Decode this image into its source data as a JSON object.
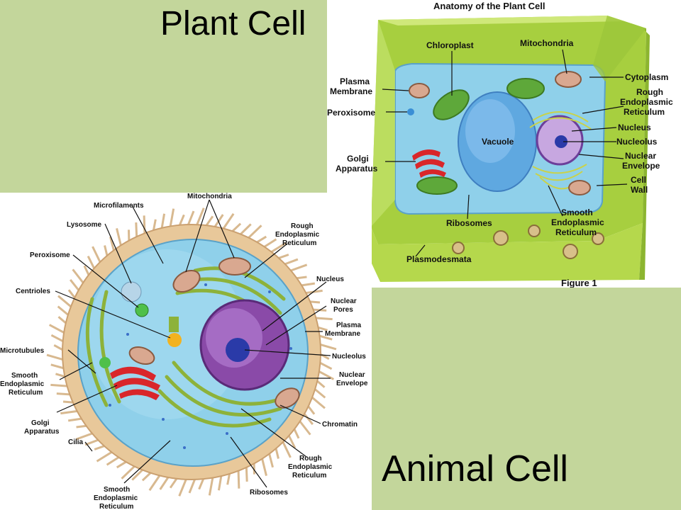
{
  "titles": {
    "plant": "Plant Cell",
    "animal": "Animal Cell"
  },
  "plant_diagram": {
    "heading": "Anatomy of the Plant Cell",
    "figure_label": "Figure 1",
    "labels": {
      "chloroplast": "Chloroplast",
      "mitochondria": "Mitochondria",
      "plasma_membrane": [
        "Plasma",
        "Membrane"
      ],
      "cytoplasm": "Cytoplasm",
      "rough_er": [
        "Rough",
        "Endoplasmic",
        "Reticulum"
      ],
      "peroxisome": "Peroxisome",
      "nucleus": "Nucleus",
      "vacuole": "Vacuole",
      "nucleolus": "Nucleolus",
      "golgi": [
        "Golgi",
        "Apparatus"
      ],
      "nuclear_envelope": [
        "Nuclear",
        "Envelope"
      ],
      "cell_wall": [
        "Cell",
        "Wall"
      ],
      "smooth_er": [
        "Smooth",
        "Endoplasmic",
        "Reticulum"
      ],
      "ribosomes": "Ribosomes",
      "plasmodesmata": "Plasmodesmata"
    }
  },
  "animal_diagram": {
    "labels": {
      "mitochondria": "Mitochondria",
      "microfilaments": "Microfilaments",
      "lysosome": "Lysosome",
      "rough_er_top": [
        "Rough",
        "Endoplasmic",
        "Reticulum"
      ],
      "peroxisome": "Peroxisome",
      "nucleus": "Nucleus",
      "centrioles": "Centrioles",
      "nuclear_pores": [
        "Nuclear",
        "Pores"
      ],
      "plasma_membrane": [
        "Plasma",
        "Membrane"
      ],
      "microtubules": "Microtubules",
      "nucleolus": "Nucleolus",
      "smooth_er_left": [
        "Smooth",
        "Endoplasmic",
        "Reticulum"
      ],
      "nuclear_envelope": [
        "Nuclear",
        "Envelope"
      ],
      "golgi": [
        "Golgi",
        "Apparatus"
      ],
      "chromatin": "Chromatin",
      "cilia": "Cilia",
      "rough_er_bottom": [
        "Rough",
        "Endoplasmic",
        "Reticulum"
      ],
      "smooth_er_bottom": [
        "Smooth",
        "Endoplasmic",
        "Reticulum"
      ],
      "ribosomes": "Ribosomes"
    }
  },
  "colors": {
    "panel": "#c3d69b",
    "cell_wall": "#b9dc5a",
    "cytoplasm": "#8fd0ea",
    "vacuole": "#5fa8e0",
    "nucleus": "#9b5fc0",
    "chloroplast": "#5ea83a",
    "golgi": "#d9262a",
    "animal_membrane": "#e8c89a"
  }
}
